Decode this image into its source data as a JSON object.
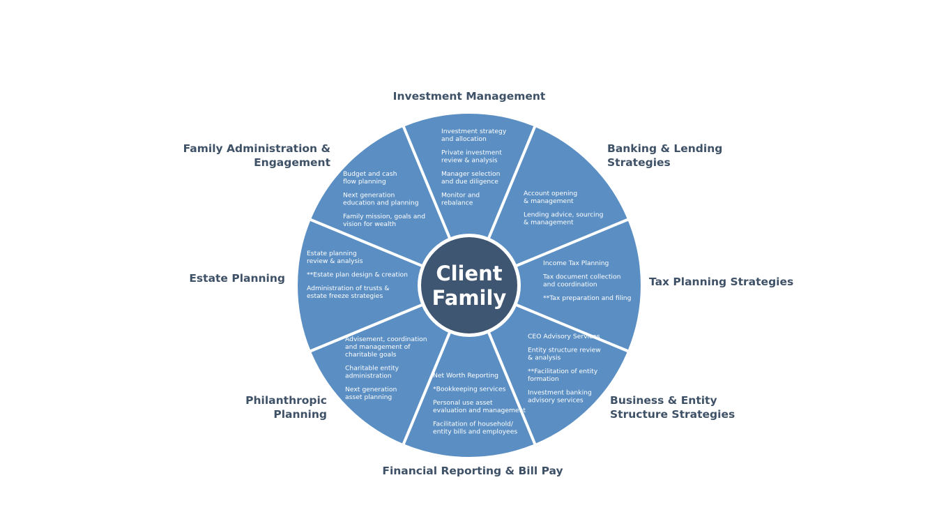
{
  "center": {
    "lines": [
      "Client",
      "Family"
    ]
  },
  "colors": {
    "wedge": "#5b8fc4",
    "divider": "#ffffff",
    "center_fill": "#3f5672",
    "center_ring": "#ffffff",
    "label": "#3e5166",
    "item_text": "#ffffff"
  },
  "segments": [
    {
      "id": "investment",
      "title": [
        "Investment Management"
      ],
      "items": [
        [
          "Investment strategy",
          "and allocation"
        ],
        [
          "Private investment",
          "review & analysis"
        ],
        [
          "Manager selection",
          "and due diligence"
        ],
        [
          "Monitor and",
          "rebalance"
        ]
      ]
    },
    {
      "id": "banking",
      "title": [
        "Banking & Lending",
        "Strategies"
      ],
      "items": [
        [
          "Account opening",
          "& management"
        ],
        [
          "Lending advice, sourcing",
          "& management"
        ]
      ]
    },
    {
      "id": "tax",
      "title": [
        "Tax Planning Strategies"
      ],
      "items": [
        [
          "Income Tax Planning"
        ],
        [
          "Tax document collection",
          "and coordination"
        ],
        [
          "**Tax preparation and filing"
        ]
      ]
    },
    {
      "id": "business",
      "title": [
        "Business & Entity",
        "Structure Strategies"
      ],
      "items": [
        [
          "CEO Advisory Services"
        ],
        [
          "Entity structure review",
          "& analysis"
        ],
        [
          "**Facilitation of entity",
          "formation"
        ],
        [
          "Investment banking",
          "advisory services"
        ]
      ]
    },
    {
      "id": "reporting",
      "title": [
        "Financial Reporting & Bill Pay"
      ],
      "items": [
        [
          "Net Worth Reporting"
        ],
        [
          "*Bookkeeping services"
        ],
        [
          "Personal use asset",
          "evaluation and management"
        ],
        [
          "Facilitation of household/",
          "entity bills and employees"
        ]
      ]
    },
    {
      "id": "philanthropic",
      "title": [
        "Philanthropic",
        "Planning"
      ],
      "items": [
        [
          "Advisement, coordination",
          "and management of",
          "charitable goals"
        ],
        [
          "Charitable entity",
          "administration"
        ],
        [
          "Next generation",
          "asset planning"
        ]
      ]
    },
    {
      "id": "estate",
      "title": [
        "Estate Planning"
      ],
      "items": [
        [
          "Estate planning",
          "review & analysis"
        ],
        [
          "**Estate plan design & creation"
        ],
        [
          "Administration of trusts &",
          "estate freeze strategies"
        ]
      ]
    },
    {
      "id": "family",
      "title": [
        "Family Administration &",
        "Engagement"
      ],
      "items": [
        [
          "Budget and cash",
          "flow planning"
        ],
        [
          "Next generation",
          "education and planning"
        ],
        [
          "Family mission, goals and",
          "vision for wealth"
        ]
      ]
    }
  ]
}
